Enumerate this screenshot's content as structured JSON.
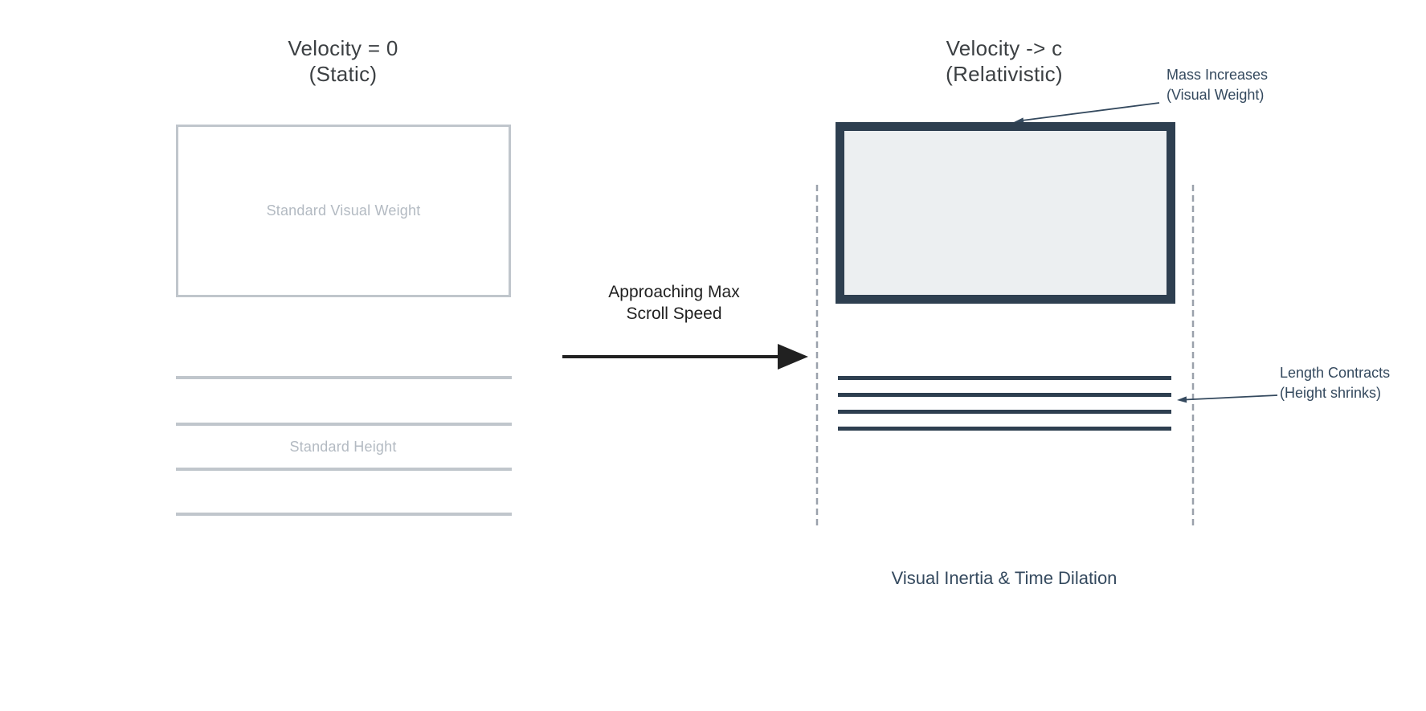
{
  "colors": {
    "background": "#ffffff",
    "title_text": "#3c4043",
    "muted_label": "#b3bac2",
    "light_gray_shape": "#c0c6cc",
    "arrow_black": "#212121",
    "navy_shape": "#2e3f50",
    "navy_text": "#34495e",
    "box_fill": "#eceff1",
    "dashed_guide": "#9aa1ab"
  },
  "static_panel": {
    "title_line1": "Velocity = 0",
    "title_line2": "(Static)",
    "box_label": "Standard Visual Weight",
    "height_label": "Standard Height",
    "content_lines_count": 4
  },
  "transition": {
    "label_line1": "Approaching Max",
    "label_line2": "Scroll Speed"
  },
  "relativistic_panel": {
    "title_line1": "Velocity -> c",
    "title_line2": "(Relativistic)",
    "mass_annotation_line1": "Mass Increases",
    "mass_annotation_line2": "(Visual Weight)",
    "length_annotation_line1": "Length Contracts",
    "length_annotation_line2": "(Height shrinks)",
    "caption": "Visual Inertia & Time Dilation",
    "content_lines_count": 4
  }
}
